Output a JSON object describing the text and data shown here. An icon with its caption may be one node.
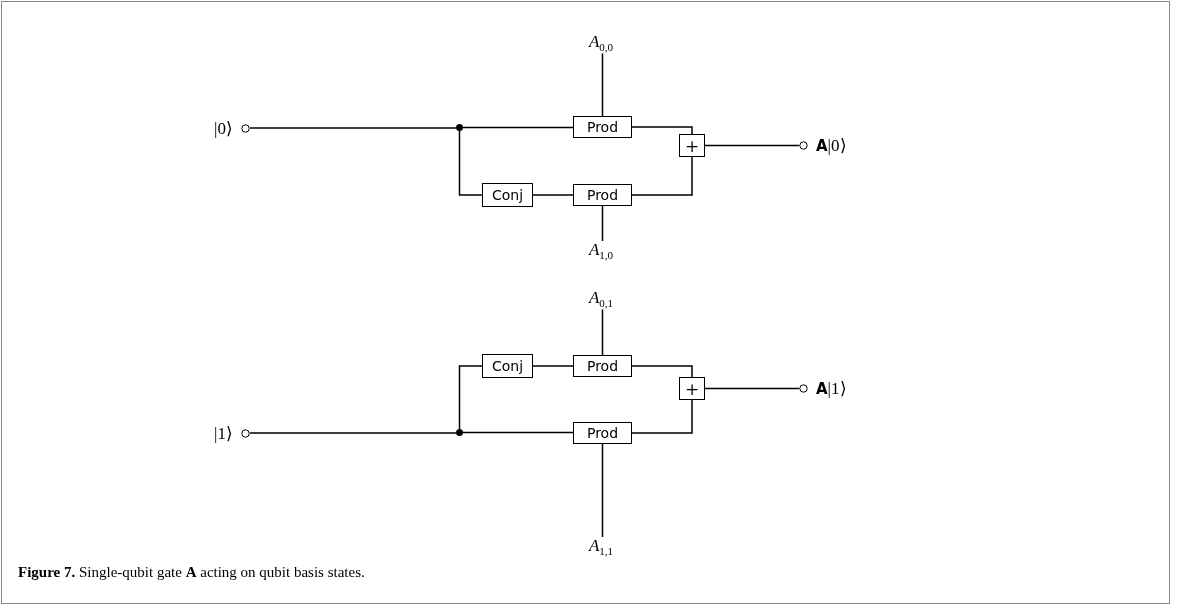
{
  "diagram": {
    "caption": "**Figure 7.** Single-qubit gate **A** acting on qubit basis states.",
    "nodes": [
      {
        "text": [
          "|0⟩"
        ]
      },
      {
        "text": [
          "A$_{0,0}$"
        ]
      },
      {
        "text": [],
        "shape": "circle"
      },
      {
        "text": [
          "Prod"
        ]
      },
      {
        "text": [
          "+"
        ]
      },
      {
        "text": [
          "**A**|0⟩"
        ]
      },
      {
        "text": [
          "Conj"
        ]
      },
      {
        "text": [
          "Prod"
        ]
      },
      {
        "text": [
          "A$_{1,0}$"
        ]
      },
      {
        "text": [
          "A$_{0,1}$"
        ]
      },
      {
        "text": [
          "Conj"
        ]
      },
      {
        "text": [
          "Prod"
        ]
      },
      {
        "text": [
          "+"
        ]
      },
      {
        "text": [
          "**A**|1⟩"
        ]
      },
      {
        "text": [
          "|1⟩"
        ]
      },
      {
        "text": [],
        "shape": "circle"
      },
      {
        "text": [
          "Prod"
        ]
      },
      {
        "text": [
          "A$_{1,1}$"
        ]
      }
    ],
    "edges": [
      {
        "from": 0,
        "to": 2,
        "arrow": "none"
      },
      {
        "from": 2,
        "to": 3,
        "arrow": "none"
      },
      {
        "from": 1,
        "to": 3,
        "arrow": "none"
      },
      {
        "from": 3,
        "to": 4,
        "arrow": "none"
      },
      {
        "from": 2,
        "to": 6,
        "arrow": "none"
      },
      {
        "from": 6,
        "to": 7,
        "arrow": "none"
      },
      {
        "from": 8,
        "to": 7,
        "arrow": "none"
      },
      {
        "from": 7,
        "to": 4,
        "arrow": "none"
      },
      {
        "from": 4,
        "to": 5,
        "arrow": "none"
      },
      {
        "from": 14,
        "to": 15,
        "arrow": "none"
      },
      {
        "from": 15,
        "to": 10,
        "arrow": "none"
      },
      {
        "from": 10,
        "to": 11,
        "arrow": "none"
      },
      {
        "from": 9,
        "to": 11,
        "arrow": "none"
      },
      {
        "from": 11,
        "to": 12,
        "arrow": "none"
      },
      {
        "from": 15,
        "to": 16,
        "arrow": "none"
      },
      {
        "from": 17,
        "to": 16,
        "arrow": "none"
      },
      {
        "from": 16,
        "to": 12,
        "arrow": "none"
      },
      {
        "from": 12,
        "to": 13,
        "arrow": "none"
      }
    ]
  }
}
